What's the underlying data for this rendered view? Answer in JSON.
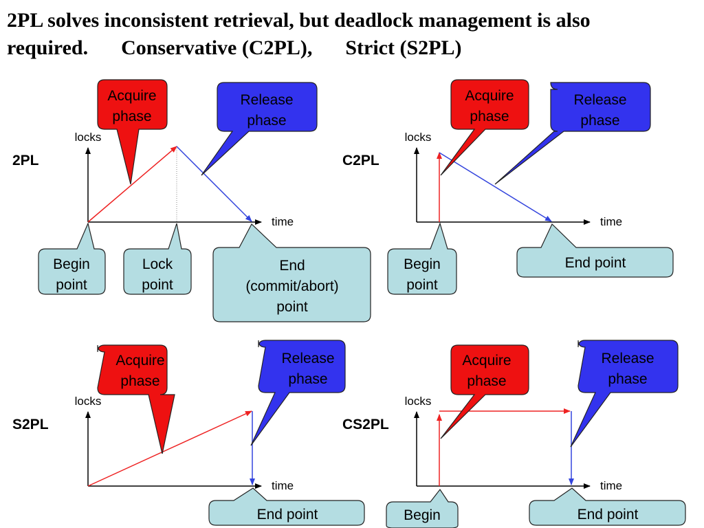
{
  "title": {
    "line1": "2PL solves inconsistent retrieval, but deadlock management is also",
    "line2_a": "required.",
    "line2_b": "Conservative (C2PL),",
    "line2_c": "Strict (S2PL)"
  },
  "axes": {
    "y_label": "locks",
    "x_label": "time"
  },
  "colors": {
    "acquire": "#ee1111",
    "release": "#3333ee",
    "point_box": "#b4dde2",
    "acquire_line": "#ee2222",
    "release_line": "#3344dd"
  },
  "panels": {
    "p2pl": {
      "label": "2PL",
      "acquire": "Acquire phase",
      "release": "Release phase",
      "begin": [
        "Begin",
        "point"
      ],
      "lock": [
        "Lock",
        "point"
      ],
      "end": [
        "End",
        "(commit/abort)",
        "point"
      ]
    },
    "c2pl": {
      "label": "C2PL",
      "acquire": "Acquire phase",
      "release": "Release phase",
      "begin": [
        "Begin",
        "point"
      ],
      "end": "End point"
    },
    "s2pl": {
      "label": "S2PL",
      "acquire": "Acquire phase",
      "release": "Release phase",
      "end": "End point"
    },
    "cs2pl": {
      "label": "CS2PL",
      "acquire": "Acquire phase",
      "release": "Release phase",
      "begin": "Begin",
      "end": "End point"
    }
  }
}
